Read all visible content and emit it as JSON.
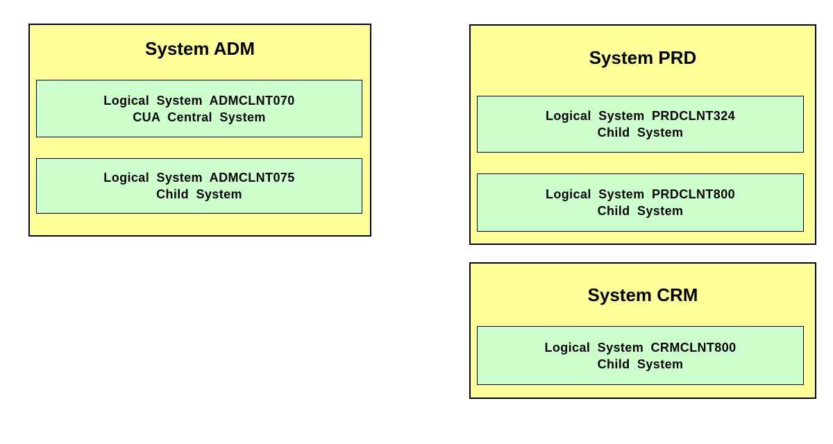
{
  "colors": {
    "background": "#ffffff",
    "system_fill": "#ffff99",
    "logical_fill": "#ccffcc",
    "border": "#000000",
    "text": "#000000"
  },
  "systems": [
    {
      "title": "System ADM",
      "logical_systems": [
        {
          "name": "Logical System ADMCLNT070",
          "role": "CUA Central System"
        },
        {
          "name": "Logical System ADMCLNT075",
          "role": "Child System"
        }
      ]
    },
    {
      "title": "System PRD",
      "logical_systems": [
        {
          "name": "Logical System PRDCLNT324",
          "role": "Child System"
        },
        {
          "name": "Logical System PRDCLNT800",
          "role": "Child System"
        }
      ]
    },
    {
      "title": "System CRM",
      "logical_systems": [
        {
          "name": "Logical System CRMCLNT800",
          "role": "Child System"
        }
      ]
    }
  ]
}
